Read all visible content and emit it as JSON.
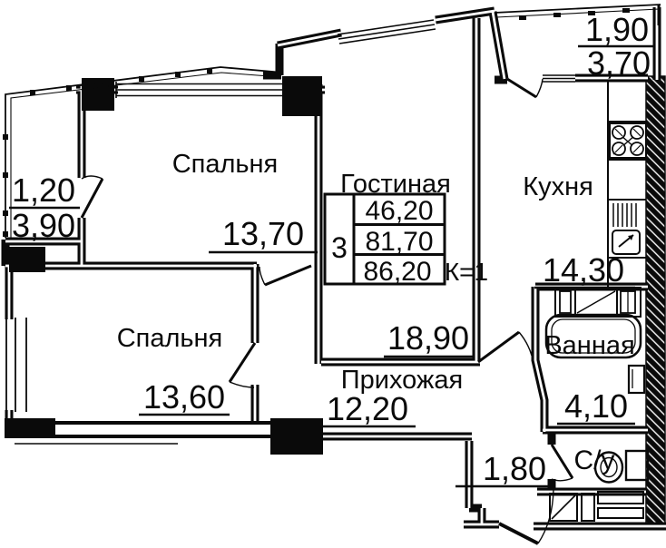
{
  "rooms": {
    "bedroom_top": {
      "label": "Спальня",
      "area": "13,70"
    },
    "living": {
      "label": "Гостиная",
      "area": "18,90"
    },
    "kitchen": {
      "label": "Кухня",
      "area": "14,30"
    },
    "bedroom_bottom": {
      "label": "Спальня",
      "area": "13,60"
    },
    "hallway": {
      "label": "Прихожая",
      "area": "12,20"
    },
    "bath": {
      "label": "Ванная",
      "area": "4,10"
    },
    "wc": {
      "label": "С/у",
      "area": "1,80"
    }
  },
  "balconies": {
    "left": {
      "reduced": "1,20",
      "full": "3,90"
    },
    "top_right": {
      "reduced": "1,90",
      "full": "3,70"
    }
  },
  "summary": {
    "rooms_count": "3",
    "living_area": "46,20",
    "usable_area": "81,70",
    "total_area": "86,20",
    "coefficient": "К=1"
  },
  "colors": {
    "ink": "#0a0a0a",
    "background": "#ffffff"
  }
}
